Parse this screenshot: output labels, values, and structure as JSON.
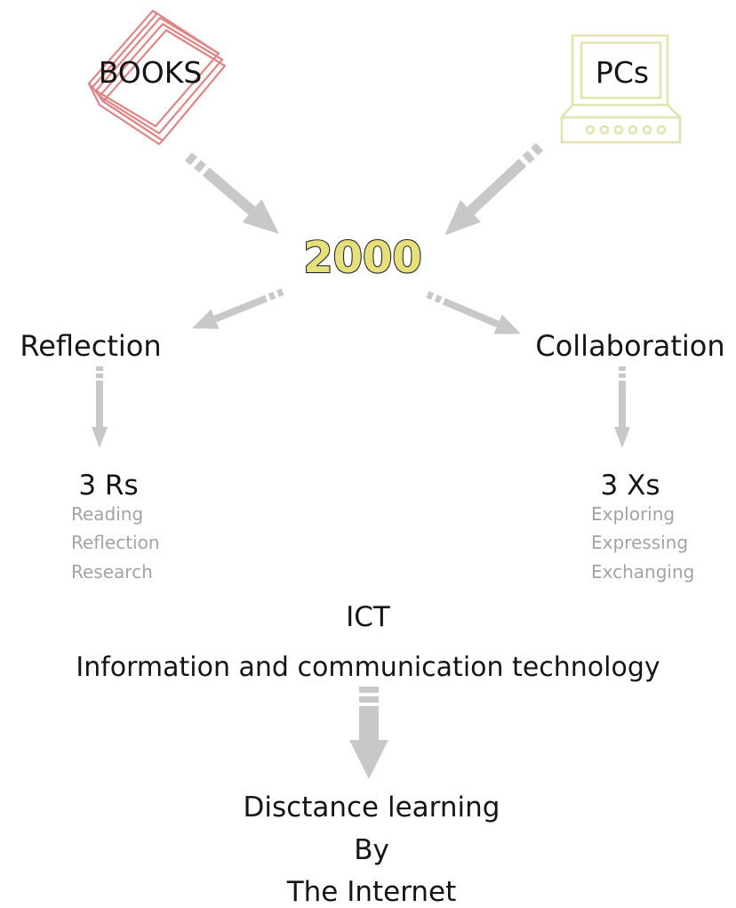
{
  "sources": {
    "books": "BOOKS",
    "pcs": "PCs"
  },
  "year": "2000",
  "branches": {
    "left": {
      "title": "Reflection",
      "group": "3 Rs",
      "items": [
        "Reading",
        "Reflection",
        "Research"
      ]
    },
    "right": {
      "title": "Collaboration",
      "group": "3 Xs",
      "items": [
        "Exploring",
        "Expressing",
        "Exchanging"
      ]
    }
  },
  "ict": {
    "abbr": "ICT",
    "full": "Information and communication technology"
  },
  "outcome": {
    "line1": "Disctance learning",
    "line2": "By",
    "line3": "The Internet"
  },
  "colors": {
    "book_outline": "#e08585",
    "pc_outline": "#e3e3b0",
    "arrow": "#c8c8c8",
    "year_fill": "#e6e07a",
    "sub_text": "#a3a3a3"
  }
}
